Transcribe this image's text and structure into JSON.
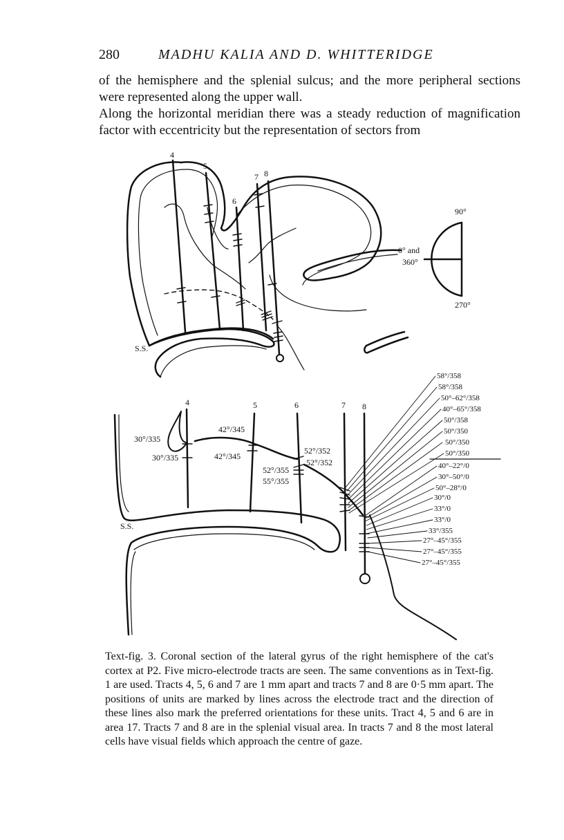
{
  "header": {
    "page_number": "280",
    "running_title": "MADHU KALIA AND D. WHITTERIDGE"
  },
  "paragraphs": [
    "of the hemisphere and the splenial sulcus; and the more peripheral sections were represented along the upper wall.",
    "Along the horizontal meridian there was a steady reduction of magnification factor with eccentricity but the representation of sectors from"
  ],
  "figure_top": {
    "tract_labels": [
      "4",
      "5",
      "6",
      "7",
      "8"
    ],
    "sulcus_label": "S.S.",
    "orientation_key": {
      "top": "90°",
      "left_line1": "0° and",
      "left_line2": "360°",
      "bottom": "270°"
    }
  },
  "figure_bottom": {
    "tract_labels": [
      "4",
      "5",
      "6",
      "7",
      "8"
    ],
    "sulcus_label": "S.S.",
    "unit_labels": [
      "30°/335",
      "30°/335",
      "42°/345",
      "42°/345",
      "52°/352",
      "52°/352",
      "52°/355",
      "55°/355"
    ],
    "right_labels": [
      "58°/358",
      "58°/358",
      "50°–62°/358",
      "40°–65°/358",
      "50°/358",
      "50°/350",
      "50°/350",
      "50°/350",
      "40°–22°/0",
      "30°–50°/0",
      "50°–28°/0",
      "30°/0",
      "33°/0",
      "33°/0",
      "33°/355",
      "27°–45°/355",
      "27°–45°/355",
      "27°–45°/355"
    ]
  },
  "caption": "Text-fig. 3. Coronal section of the lateral gyrus of the right hemisphere of the cat's cortex at P2. Five micro-electrode tracts are seen. The same conventions as in Text-fig. 1 are used. Tracts 4, 5, 6 and 7 are 1 mm apart and tracts 7 and 8 are 0·5 mm apart. The positions of units are marked by lines across the electrode tract and the direction of these lines also mark the preferred orientations for these units. Tract 4, 5 and 6 are in area 17. Tracts 7 and 8 are in the splenial visual area. In tracts 7 and 8 the most lateral cells have visual fields which approach the centre of gaze."
}
